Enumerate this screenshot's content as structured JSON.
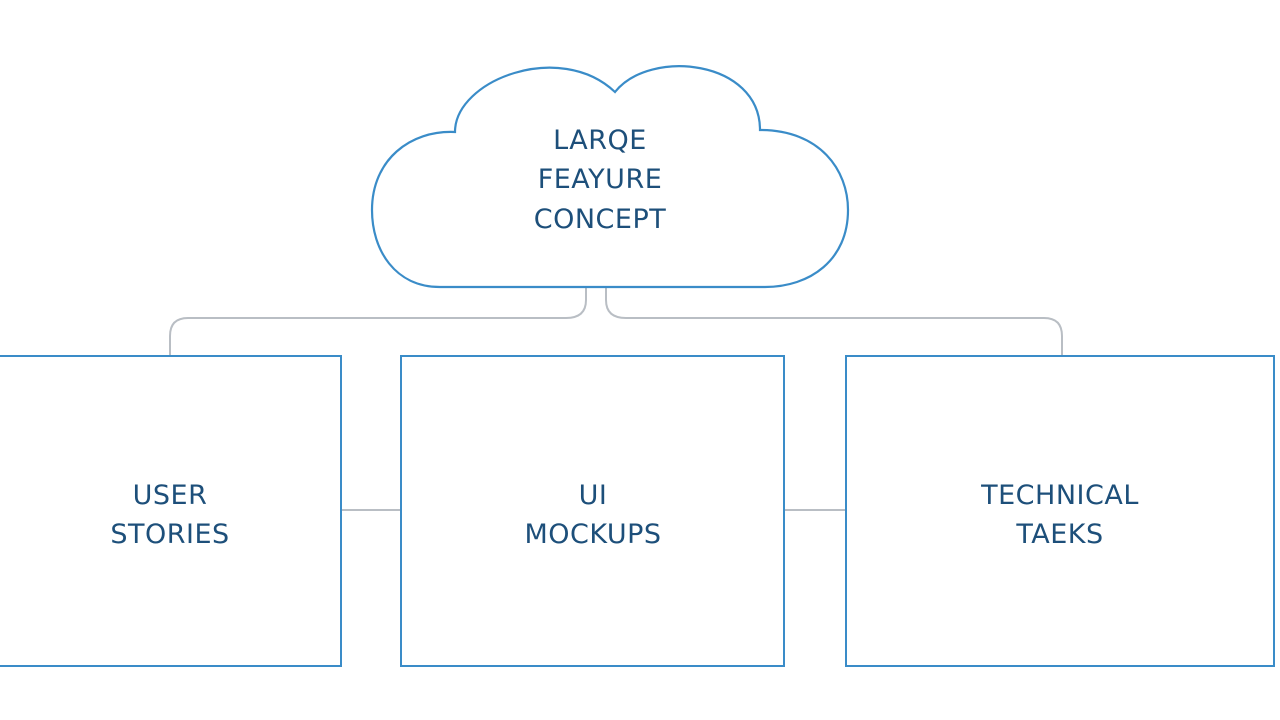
{
  "diagram": {
    "root": {
      "line1": "LARQE",
      "line2": "FEAYURE",
      "line3": "CONCEPT"
    },
    "children": [
      {
        "line1": "USER",
        "line2": "STORIES"
      },
      {
        "line1": "UI",
        "line2": "MOCKUPS"
      },
      {
        "line1": "TECHNICAL",
        "line2": "TAEKS"
      }
    ]
  },
  "colors": {
    "box_stroke": "#3a8cc8",
    "connector": "#b9bec4",
    "text": "#1d4f7a",
    "background": "#ffffff"
  }
}
